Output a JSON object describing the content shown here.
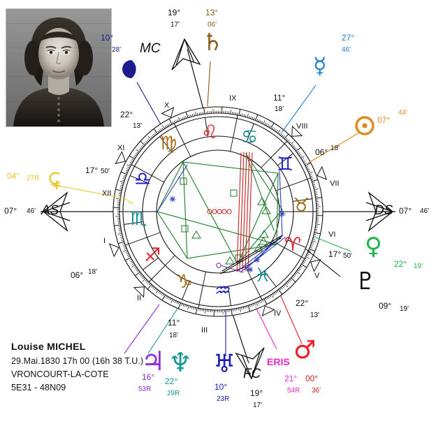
{
  "subject": {
    "name": "Louise  MICHEL",
    "birth_line": "29.Mai.1830 17h 00 (16h 38 T.U.)",
    "place": "VRONCOURT-LA-COTE",
    "coords": "5E31 - 48N09",
    "portrait_alt": "portrait-photo"
  },
  "colors": {
    "moon": "#1b1d8c",
    "saturn": "#8a5a18",
    "mercury": "#1f7fd0",
    "sun": "#e08a1e",
    "venus": "#19b54a",
    "pluto": "#000000",
    "mars": "#ee1c25",
    "eris": "#e827c6",
    "uranus": "#1b1db5",
    "neptune": "#15988f",
    "jupiter": "#8e2fd6",
    "ceres": "#e8c82a",
    "axis": "#111111",
    "aspect_red": "#c42222",
    "aspect_green": "#1d7a2b",
    "aspect_blue": "#2b3fbd",
    "aspect_purple": "#7b3fa0",
    "sign_red": "#e0202a",
    "sign_teal": "#17908d",
    "sign_blue": "#2222cc",
    "sign_brown": "#a8701a"
  },
  "axes": [
    {
      "name": "MC",
      "label": "MC",
      "deg": "19°",
      "min": "17'"
    },
    {
      "name": "AS",
      "label": "AS",
      "deg": "07°",
      "min": "46'"
    },
    {
      "name": "DS",
      "label": "DS",
      "deg": "07°",
      "min": "46'"
    },
    {
      "name": "FC",
      "label": "FC",
      "deg": "19°",
      "min": "17'"
    }
  ],
  "planets": [
    {
      "name": "moon",
      "glyph": "moon-icon",
      "deg": "10°",
      "min": "28'"
    },
    {
      "name": "saturn",
      "glyph": "saturn-icon",
      "deg": "13°",
      "min": "06'"
    },
    {
      "name": "mercury",
      "glyph": "mercury-icon",
      "deg": "27°",
      "min": "46'"
    },
    {
      "name": "sun",
      "glyph": "sun-icon",
      "deg": "07°",
      "min": "44'"
    },
    {
      "name": "venus",
      "glyph": "venus-icon",
      "deg": "22°",
      "min": "19'"
    },
    {
      "name": "pluto",
      "glyph": "pluto-icon",
      "deg": "09°",
      "min": "19'"
    },
    {
      "name": "mars",
      "glyph": "mars-icon",
      "deg": "00°",
      "min": "36'"
    },
    {
      "name": "eris",
      "glyph": "ERIS",
      "deg": "21°",
      "min": "54R"
    },
    {
      "name": "uranus",
      "glyph": "uranus-icon",
      "deg": "10°",
      "min": "23R"
    },
    {
      "name": "neptune",
      "glyph": "neptune-icon",
      "deg": "22°",
      "min": "29R"
    },
    {
      "name": "jupiter",
      "glyph": "jupiter-icon",
      "deg": "16°",
      "min": "53R"
    },
    {
      "name": "ceres",
      "glyph": "ceres-icon",
      "deg": "04°",
      "min": "27R"
    }
  ],
  "houses": [
    {
      "roman": "I",
      "deg": "",
      "min": ""
    },
    {
      "roman": "II",
      "deg": "06°",
      "min": "18'"
    },
    {
      "roman": "III",
      "deg": "11°",
      "min": "18'"
    },
    {
      "roman": "IV",
      "deg": "19°",
      "min": "17'"
    },
    {
      "roman": "V",
      "deg": "22°",
      "min": "13'"
    },
    {
      "roman": "VI",
      "deg": "17°",
      "min": "50'"
    },
    {
      "roman": "VII",
      "deg": "",
      "min": ""
    },
    {
      "roman": "VIII",
      "deg": "06°",
      "min": "18'"
    },
    {
      "roman": "IX",
      "deg": "11°",
      "min": "18'"
    },
    {
      "roman": "X",
      "deg": "19°",
      "min": "17'"
    },
    {
      "roman": "XI",
      "deg": "22°",
      "min": "13'"
    },
    {
      "roman": "XII",
      "deg": "17°",
      "min": "50'"
    }
  ],
  "signs": [
    {
      "name": "leo",
      "glyph": "♌",
      "color": "#e0202a"
    },
    {
      "name": "cancer",
      "glyph": "♋",
      "color": "#17908d"
    },
    {
      "name": "gemini",
      "glyph": "♊",
      "color": "#2222cc"
    },
    {
      "name": "taurus",
      "glyph": "♉",
      "color": "#a8701a"
    },
    {
      "name": "aries",
      "glyph": "♈",
      "color": "#e0202a"
    },
    {
      "name": "pisces",
      "glyph": "♓",
      "color": "#17908d"
    },
    {
      "name": "aquarius",
      "glyph": "♒",
      "color": "#2222cc"
    },
    {
      "name": "capricorn",
      "glyph": "♑",
      "color": "#a8701a"
    },
    {
      "name": "sagittarius",
      "glyph": "♐",
      "color": "#e0202a"
    },
    {
      "name": "scorpio",
      "glyph": "♏",
      "color": "#17908d"
    },
    {
      "name": "libra",
      "glyph": "♎",
      "color": "#2222cc"
    },
    {
      "name": "virgo",
      "glyph": "♍",
      "color": "#a8701a"
    }
  ]
}
